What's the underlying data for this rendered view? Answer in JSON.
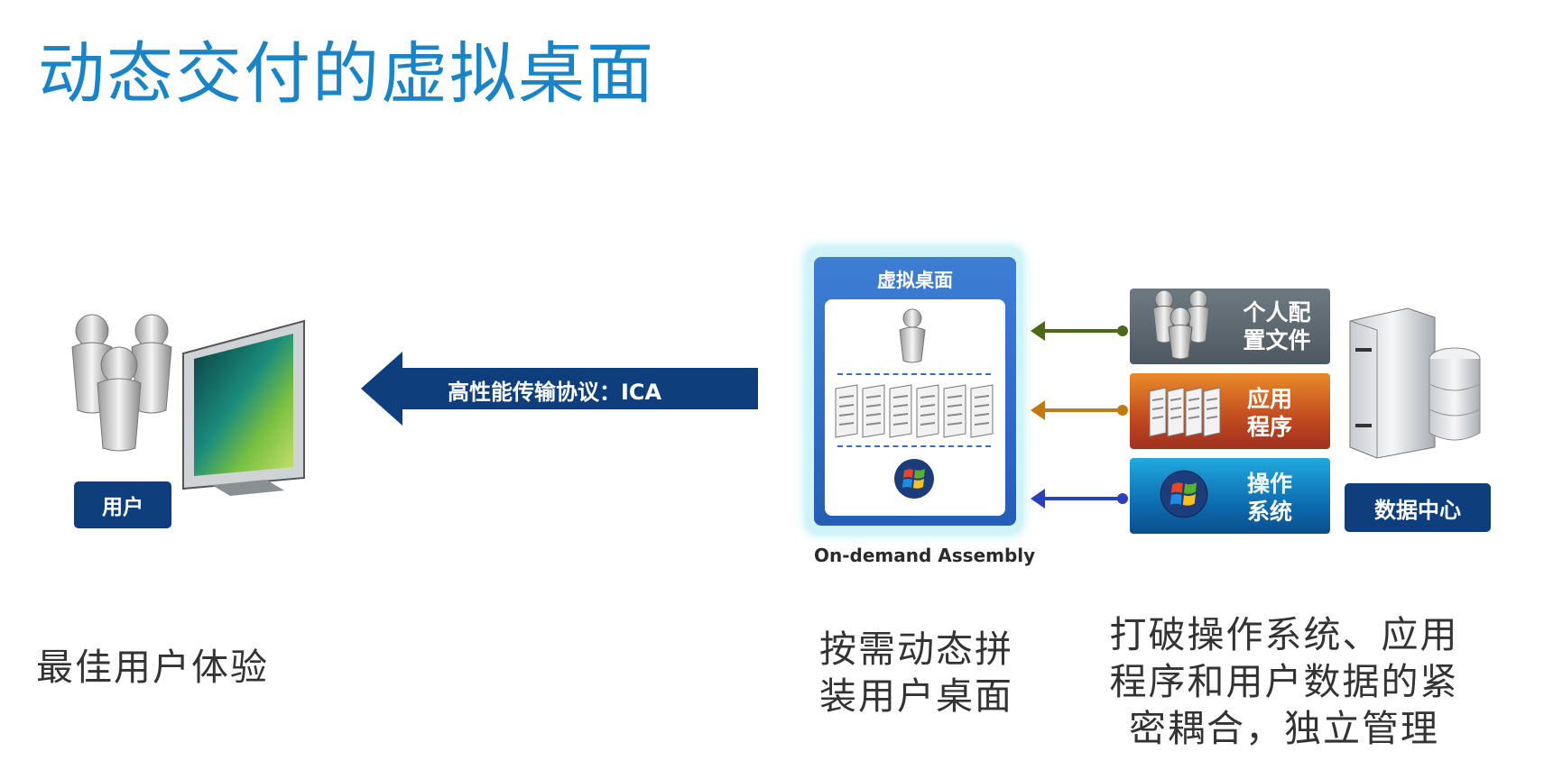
{
  "title": "动态交付的虚拟桌面",
  "user_block": {
    "label": "用户"
  },
  "protocol": {
    "label": "高性能传输协议：ICA"
  },
  "virtual_desktop": {
    "title": "虚拟桌面",
    "caption": "On-demand Assembly"
  },
  "components": [
    {
      "label_line1": "个人配",
      "label_line2": "置文件",
      "arrow_color": "#4a6a1a"
    },
    {
      "label_line1": "应用",
      "label_line2": "程序",
      "arrow_color": "#c07a10"
    },
    {
      "label_line1": "操作",
      "label_line2": "系统",
      "arrow_color": "#2a3fb8"
    }
  ],
  "data_center": {
    "label": "数据中心"
  },
  "captions": {
    "user": "最佳用户体验",
    "desktop_line1": "按需动态拼",
    "desktop_line2": "装用户桌面",
    "decouple_line1": "打破操作系统、应用",
    "decouple_line2": "程序和用户数据的紧",
    "decouple_line3": "密耦合，独立管理"
  },
  "colors": {
    "title": "#1a84c6",
    "label_bg": "#0e3f7c",
    "protocol_arrow": "#0e3f7c"
  }
}
